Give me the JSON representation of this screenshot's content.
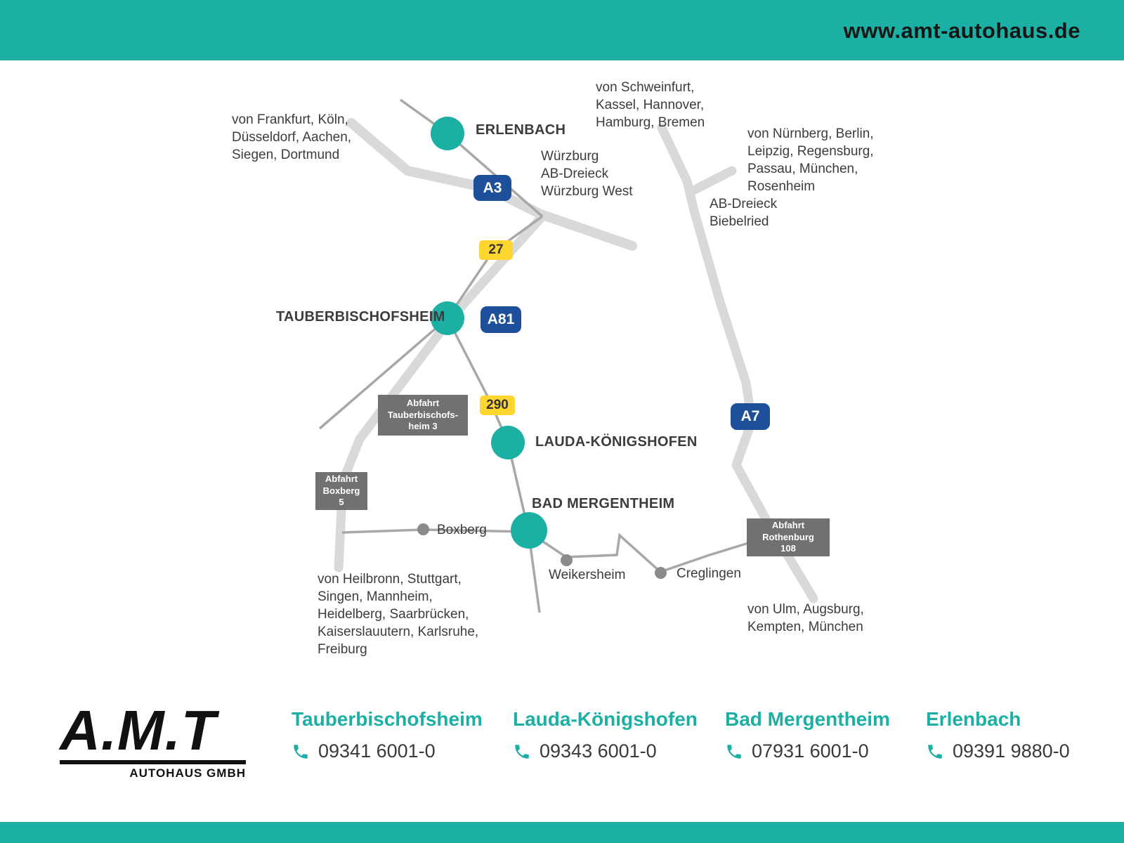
{
  "header": {
    "website": "www.amt-autohaus.de"
  },
  "map": {
    "cities": [
      {
        "name": "ERLENBACH"
      },
      {
        "name": "TAUBERBISCHOFSHEIM"
      },
      {
        "name": "LAUDA-KÖNIGSHOFEN"
      },
      {
        "name": "BAD MERGENTHEIM"
      }
    ],
    "towns": [
      {
        "name": "Boxberg"
      },
      {
        "name": "Weikersheim"
      },
      {
        "name": "Creglingen"
      }
    ],
    "badges": [
      {
        "label": "A3"
      },
      {
        "label": "27"
      },
      {
        "label": "A81"
      },
      {
        "label": "290"
      },
      {
        "label": "A7"
      }
    ],
    "exits": [
      {
        "text": "Abfahrt\nTauberbischofs-\nheim 3"
      },
      {
        "text": "Abfahrt\nBoxberg\n5"
      },
      {
        "text": "Abfahrt\nRothenburg\n108"
      }
    ],
    "directions": [
      {
        "text": "von Frankfurt, Köln,\nDüsseldorf, Aachen,\nSiegen, Dortmund"
      },
      {
        "text": "von Schweinfurt,\nKassel, Hannover,\nHamburg, Bremen"
      },
      {
        "text": "von Nürnberg, Berlin,\nLeipzig, Regensburg,\nPassau, München,\nRosenheim"
      },
      {
        "text": "Würzburg\nAB-Dreieck\nWürzburg West"
      },
      {
        "text": "AB-Dreieck\nBiebelried"
      },
      {
        "text": "von Heilbronn, Stuttgart,\nSingen, Mannheim,\nHeidelberg, Saarbrücken,\nKaiserslauutern, Karlsruhe,\nFreiburg"
      },
      {
        "text": "von Ulm, Augsburg,\nKempten, München"
      }
    ]
  },
  "footer": {
    "logo": {
      "name": "A.M.T",
      "subtitle": "AUTOHAUS GMBH"
    },
    "locations": [
      {
        "name": "Tauberbischofsheim",
        "phone": "09341 6001-0"
      },
      {
        "name": "Lauda-Königshofen",
        "phone": "09343 6001-0"
      },
      {
        "name": "Bad Mergentheim",
        "phone": "07931 6001-0"
      },
      {
        "name": "Erlenbach",
        "phone": "09391 9880-0"
      }
    ]
  },
  "colors": {
    "teal": "#1cb0a5",
    "autobahn_blue": "#1d4f9b",
    "route_yellow": "#ffd530",
    "exit_sign_gray": "#717171",
    "road_light": "#d9d9d9",
    "road_thin": "#a8a8a8"
  }
}
